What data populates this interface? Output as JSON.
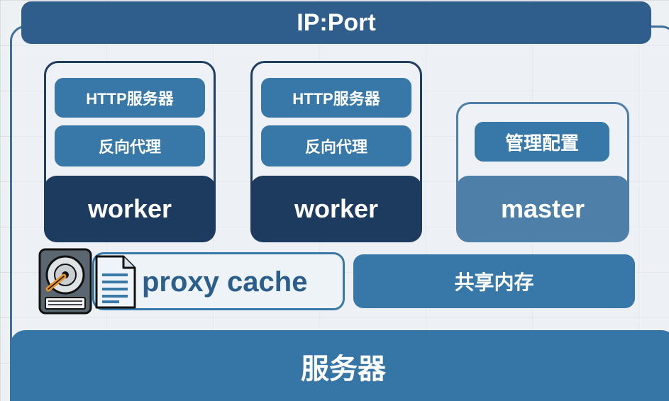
{
  "header": {
    "title": "IP:Port"
  },
  "workers": [
    {
      "http_label": "HTTP服务器",
      "proxy_label": "反向代理",
      "name": "worker"
    },
    {
      "http_label": "HTTP服务器",
      "proxy_label": "反向代理",
      "name": "worker"
    }
  ],
  "master": {
    "config_label": "管理配置",
    "name": "master"
  },
  "proxy_cache": {
    "label": "proxy cache",
    "icons": [
      "hard-disk-icon",
      "document-icon"
    ]
  },
  "shared_memory": {
    "label": "共享内存"
  },
  "server": {
    "label": "服务器"
  },
  "colors": {
    "dark_navy": "#1d3a5f",
    "primary_blue": "#3878a8",
    "muted_blue": "#4d7fa9",
    "header_blue": "#2f5d8c"
  }
}
